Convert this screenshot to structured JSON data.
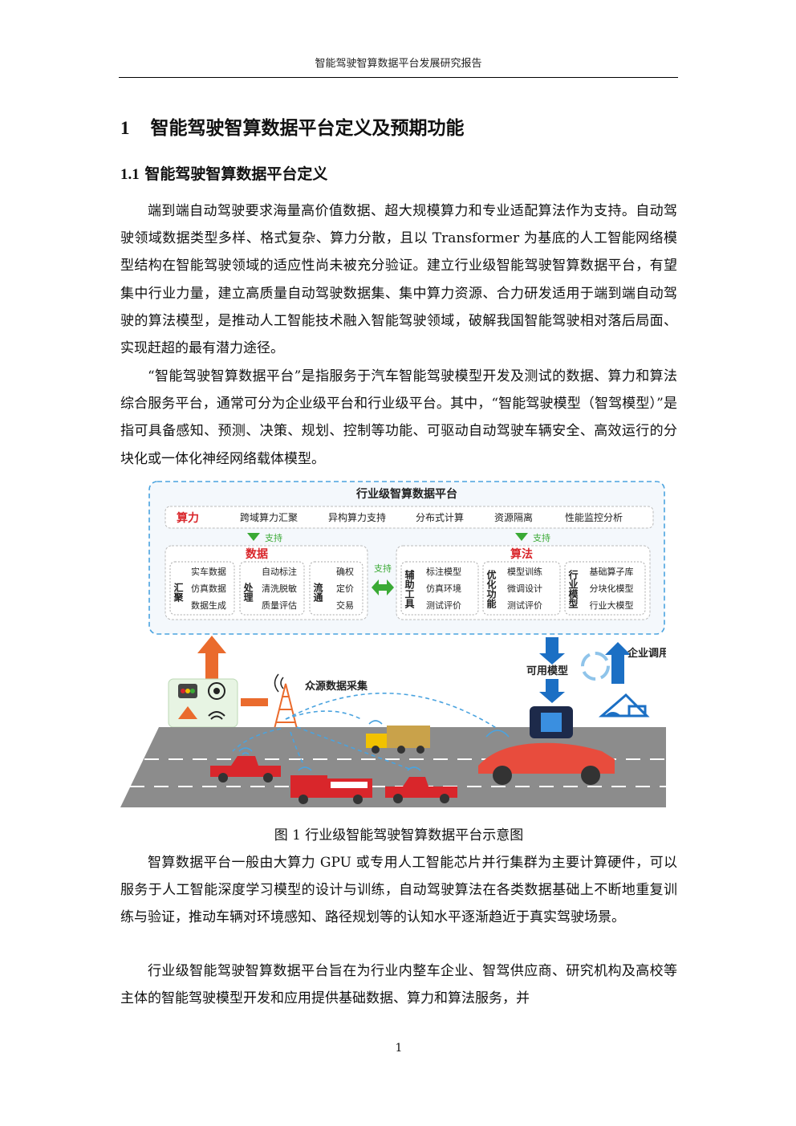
{
  "header": {
    "title": "智能驾驶智算数据平台发展研究报告"
  },
  "chapter": {
    "number": "1",
    "title": "智能驾驶智算数据平台定义及预期功能"
  },
  "section": {
    "number": "1.1",
    "title": "智能驾驶智算数据平台定义"
  },
  "paragraphs": {
    "p1": "端到端自动驾驶要求海量高价值数据、超大规模算力和专业适配算法作为支持。自动驾驶领域数据类型多样、格式复杂、算力分散，且以 Transformer 为基底的人工智能网络模型结构在智能驾驶领域的适应性尚未被充分验证。建立行业级智能驾驶智算数据平台，有望集中行业力量，建立高质量自动驾驶数据集、集中算力资源、合力研发适用于端到端自动驾驶的算法模型，是推动人工智能技术融入智能驾驶领域，破解我国智能驾驶相对落后局面、实现赶超的最有潜力途径。",
    "p2": "“智能驾驶智算数据平台”是指服务于汽车智能驾驶模型开发及测试的数据、算力和算法综合服务平台，通常可分为企业级平台和行业级平台。其中，“智能驾驶模型（智驾模型）”是指可具备感知、预测、决策、规划、控制等功能、可驱动自动驾驶车辆安全、高效运行的分块化或一体化神经网络载体模型。",
    "p3": "智算数据平台一般由大算力 GPU 或专用人工智能芯片并行集群为主要计算硬件，可以服务于人工智能深度学习模型的设计与训练，自动驾驶算法在各类数据基础上不断地重复训练与验证，推动车辆对环境感知、路径规划等的认知水平逐渐趋近于真实驾驶场景。",
    "p4": "行业级智能驾驶智算数据平台旨在为行业内整车企业、智驾供应商、研究机构及高校等主体的智能驾驶模型开发和应用提供基础数据、算力和算法服务，并"
  },
  "figure": {
    "caption": "图 1  行业级智能驾驶智算数据平台示意图",
    "platform_title": "行业级智算数据平台",
    "compute": {
      "label": "算力",
      "items": [
        "跨域算力汇聚",
        "异构算力支持",
        "分布式计算",
        "资源隔离",
        "性能监控分析"
      ]
    },
    "support_label": "支持",
    "data": {
      "label": "数据",
      "groups": [
        {
          "name": "汇聚",
          "items": [
            "实车数据",
            "仿真数据",
            "数据生成"
          ]
        },
        {
          "name": "处理",
          "items": [
            "自动标注",
            "清洗脱敏",
            "质量评估"
          ]
        },
        {
          "name": "流通",
          "items": [
            "确权",
            "定价",
            "交易"
          ]
        }
      ]
    },
    "algorithm": {
      "label": "算法",
      "groups": [
        {
          "name": "辅助工具",
          "items": [
            "标注模型",
            "仿真环境",
            "测试评价"
          ]
        },
        {
          "name": "优化功能",
          "items": [
            "模型训练",
            "微调设计",
            "测试评价"
          ]
        },
        {
          "name": "行业模型",
          "items": [
            "基础算子库",
            "分块化模型",
            "行业大模型"
          ]
        }
      ]
    },
    "crowd_label": "众源数据采集",
    "model_label": "可用模型",
    "enterprise_label": "企业调用",
    "colors": {
      "red": "#d9262b",
      "green": "#3aaa35",
      "blue": "#1b6fc4",
      "orange": "#ea6b2d",
      "dash": "#4aa3df"
    }
  },
  "page_number": "1"
}
